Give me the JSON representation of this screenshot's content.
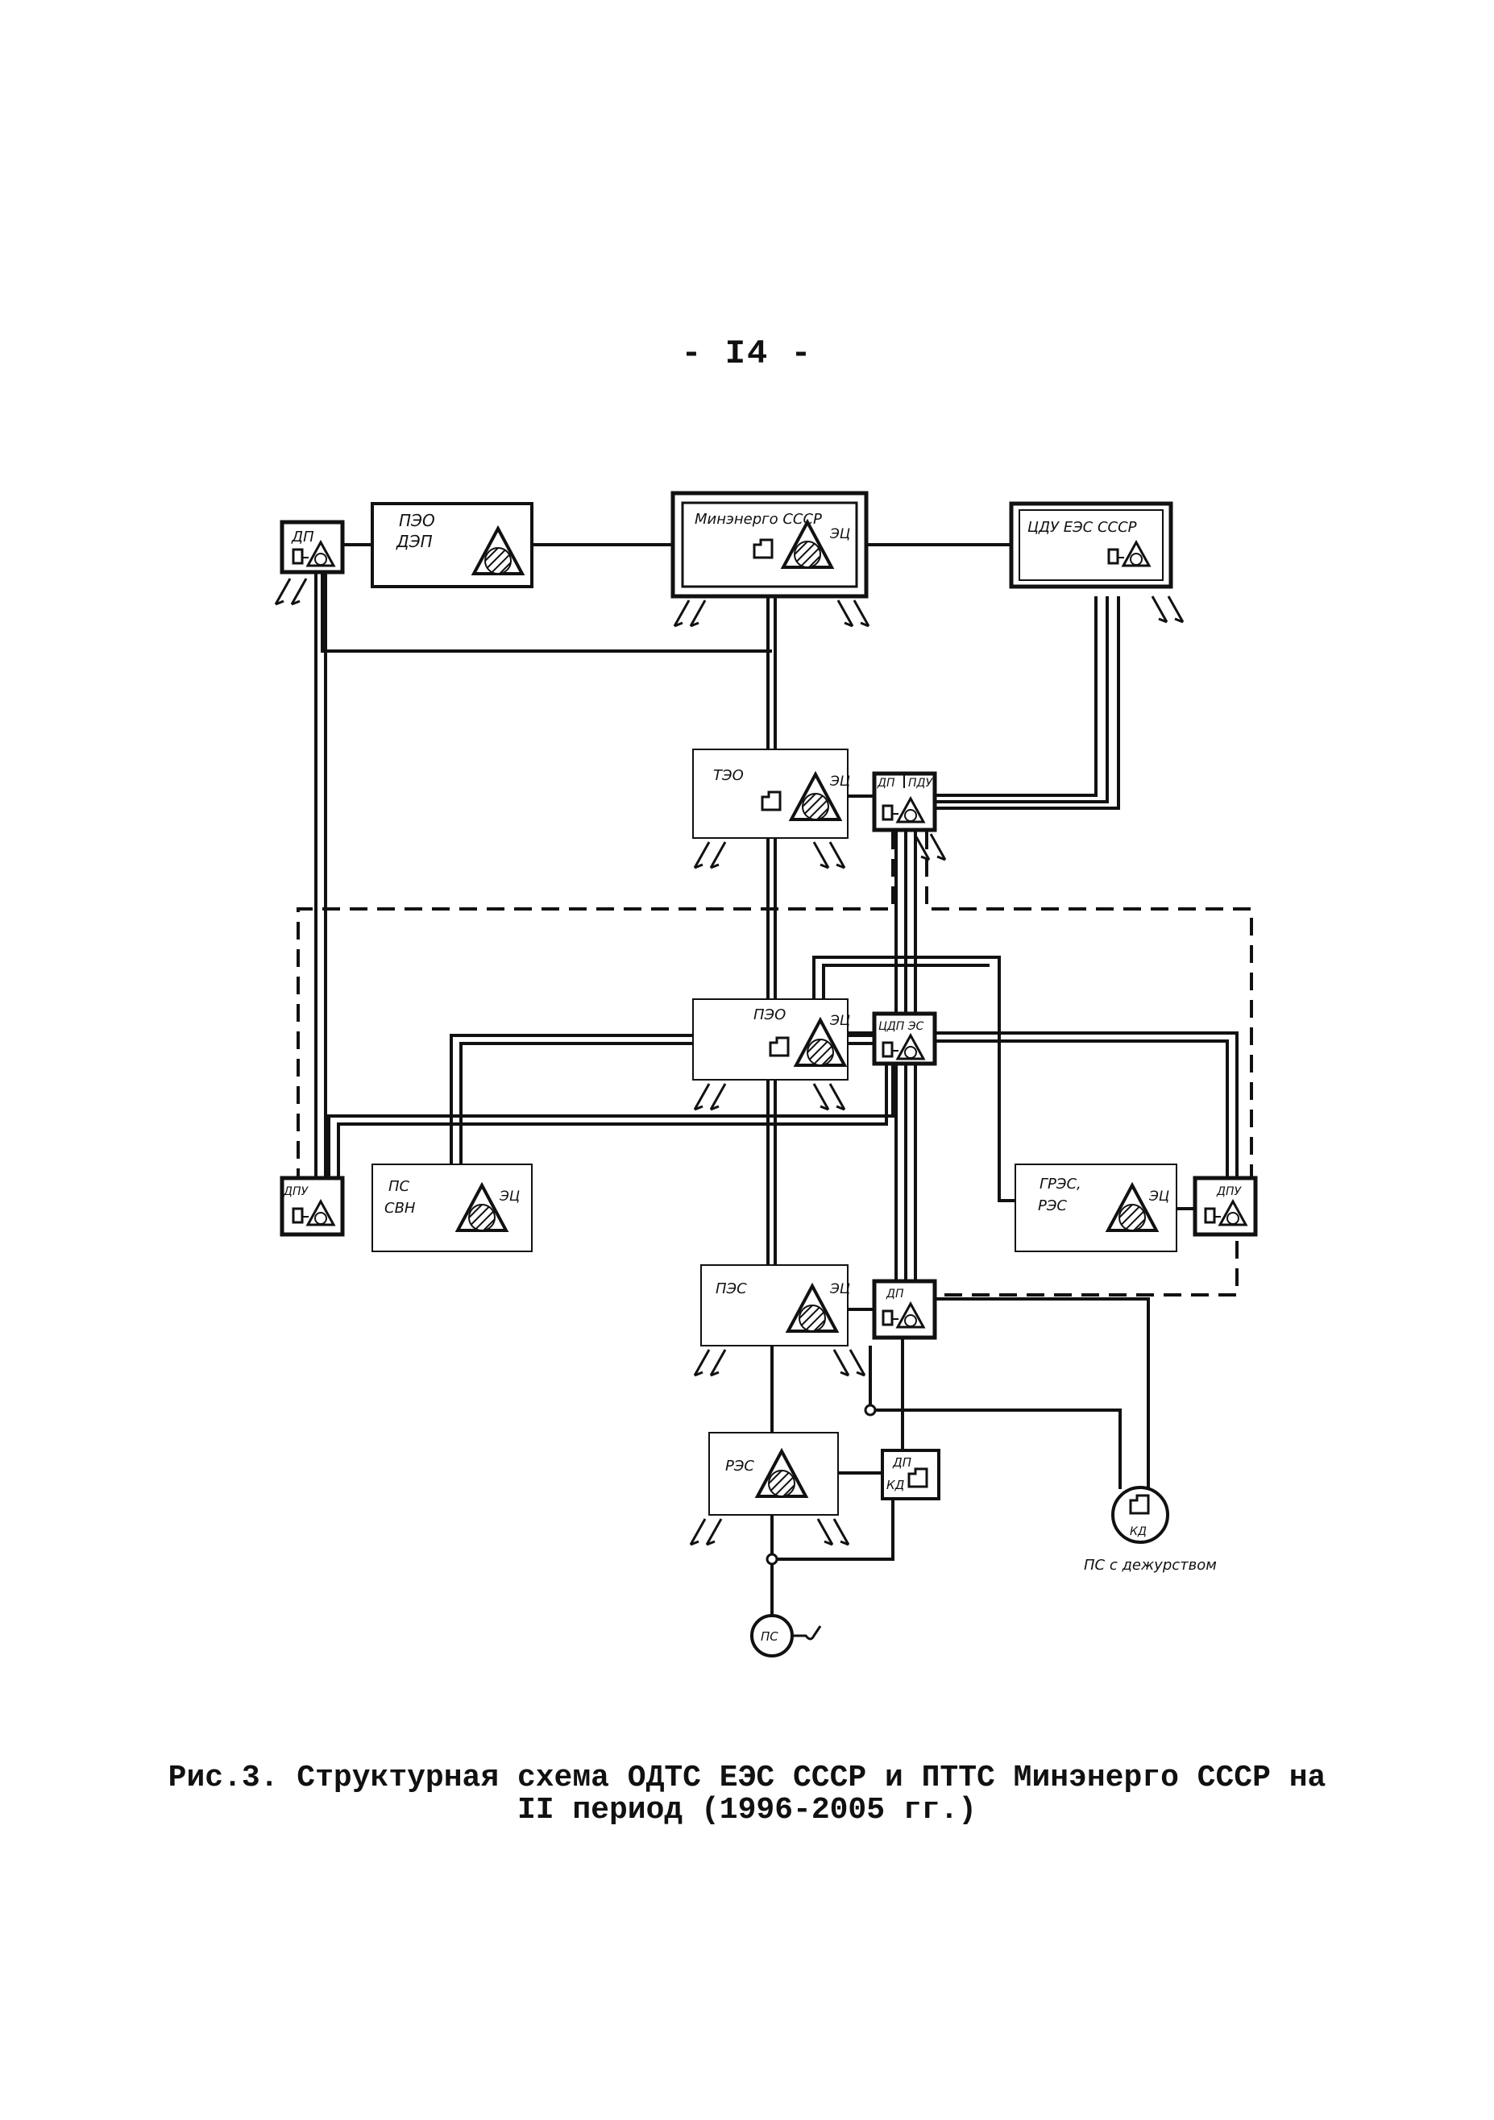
{
  "page_number": "- I4 -",
  "boxes": {
    "peo_dep": {
      "line1": "ПЭО",
      "line2": "ДЭП"
    },
    "minenergo": {
      "label": "Минэнерго СССР",
      "ec": "ЭЦ"
    },
    "cdu": {
      "label": "ЦДУ ЕЭС СССР"
    },
    "teo": {
      "label": "ТЭО",
      "ec": "ЭЦ"
    },
    "peo": {
      "label": "ПЭО",
      "ec": "ЭЦ"
    },
    "ps_svn": {
      "line1": "ПС",
      "line2": "СВН",
      "ec": "ЭЦ"
    },
    "gres": {
      "line1": "ГРЭС,",
      "line2": "РЭС",
      "ec": "ЭЦ"
    },
    "pes": {
      "label": "ПЭС",
      "ec": "ЭЦ"
    },
    "res": {
      "label": "РЭС"
    }
  },
  "nodes": {
    "dp_top_left": "ДП",
    "dp_pdu": {
      "left": "ДП",
      "right": "ПДУ"
    },
    "cdp_es": "ЦДП ЭС",
    "dpu_left": "ДПУ",
    "dpu_right": "ДПУ",
    "dp_pes": "ДП",
    "dp_kd": {
      "line1": "ДП",
      "line2": "КД"
    },
    "kd": "КД",
    "ps_duty": "ПС с дежурством",
    "ps": "ПС"
  },
  "caption": {
    "line1": "Рис.3. Структурная схема ОДТС ЕЭС СССР и ПТТС Минэнерго СССР на",
    "line2": "II период (1996-2005 гг.)"
  }
}
